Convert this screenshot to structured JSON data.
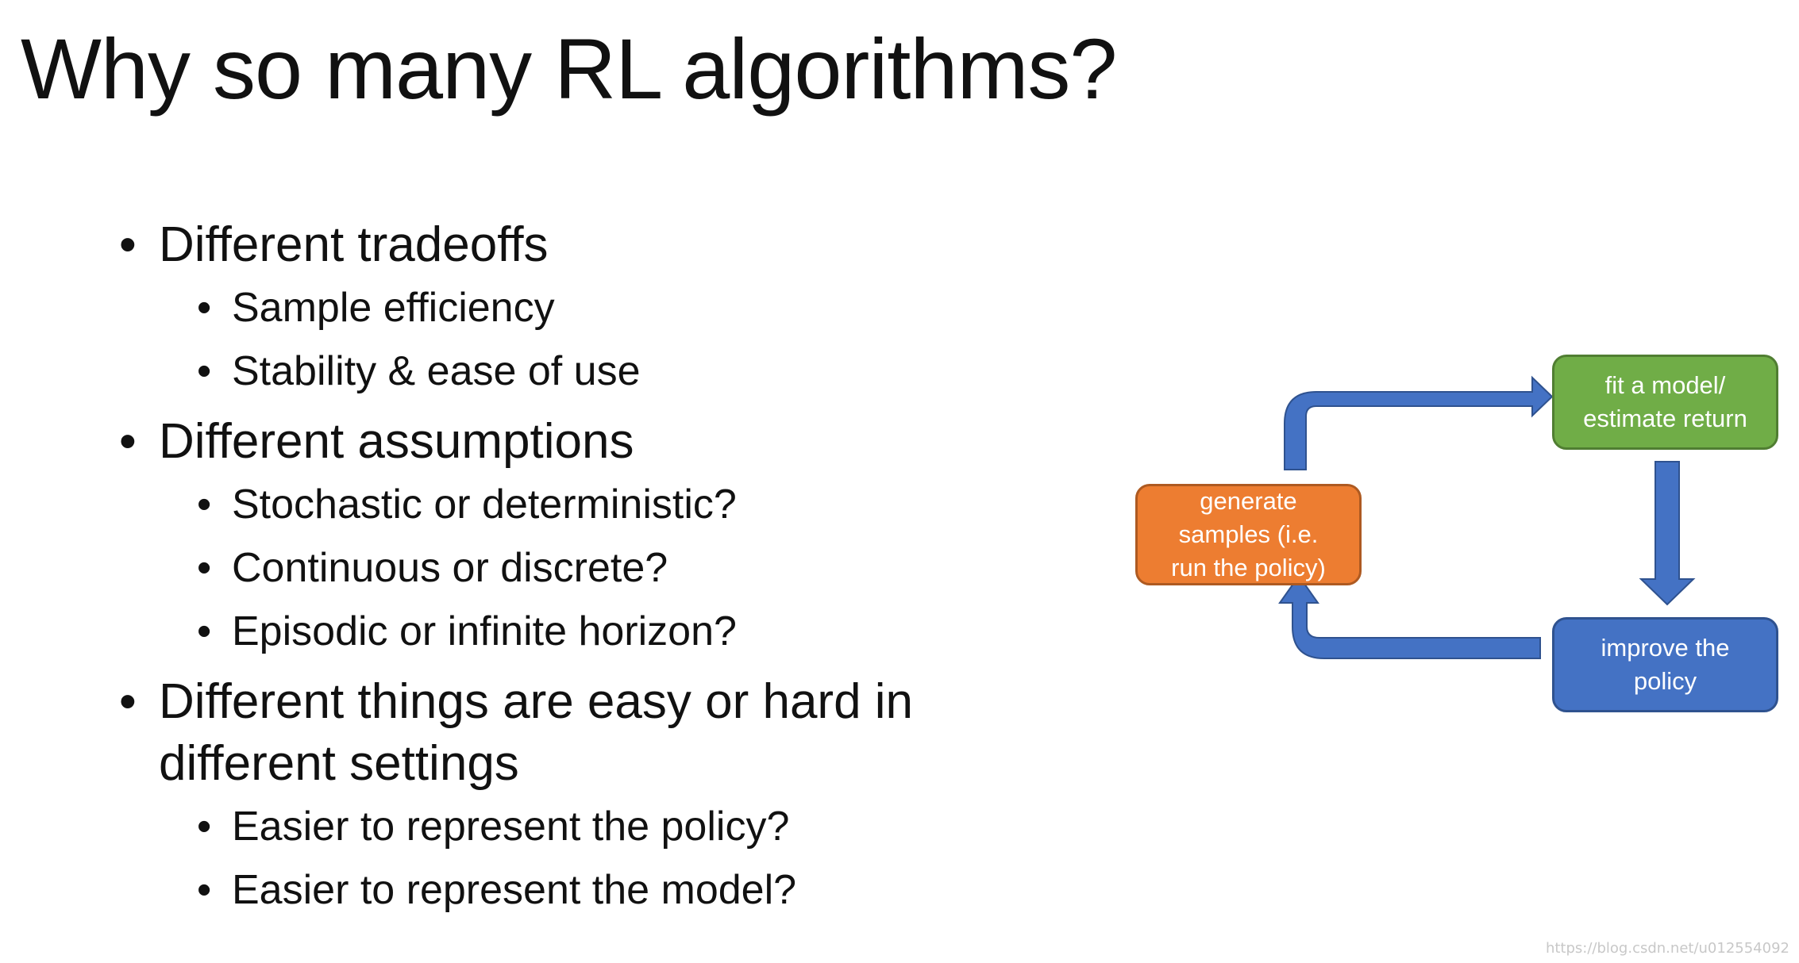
{
  "slide": {
    "title": "Why so many RL algorithms?",
    "bullets": [
      {
        "text": "Different tradeoffs",
        "sub": [
          "Sample efficiency",
          "Stability & ease of use"
        ]
      },
      {
        "text": "Different assumptions",
        "sub": [
          "Stochastic or deterministic?",
          "Continuous or discrete?",
          "Episodic or infinite horizon?"
        ]
      },
      {
        "text": "Different things are easy or hard in different settings",
        "sub": [
          "Easier to represent the policy?",
          "Easier to represent the model?"
        ]
      }
    ]
  },
  "diagram": {
    "fit_box": [
      "fit a model/",
      "estimate return"
    ],
    "generate_box": [
      "generate",
      "samples (i.e.",
      "run the policy)"
    ],
    "improve_box": [
      "improve the",
      "policy"
    ],
    "colors": {
      "green": "#70ad47",
      "orange": "#ed7d31",
      "blue": "#4472c4"
    }
  },
  "watermark": "https://blog.csdn.net/u012554092"
}
